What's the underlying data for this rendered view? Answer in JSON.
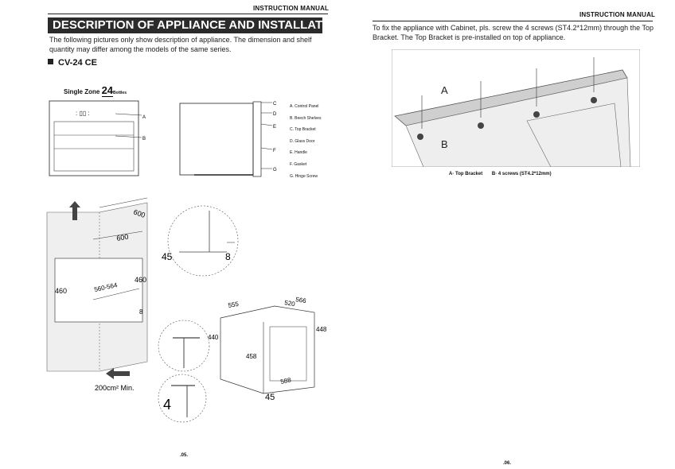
{
  "left_page": {
    "header": "INSTRUCTION MANUAL",
    "banner_title": "DESCRIPTION OF APPLIANCE AND INSTALLATION",
    "intro": "The following pictures only show description of appliance. The dimension and shelf quantity may differ among the models of the same series.",
    "model": "CV-24 CE",
    "zone_label": "Single Zone",
    "zone_number": "24",
    "zone_unit": "Bottles",
    "front_callouts": [
      "A",
      "B"
    ],
    "side_callouts": [
      "C",
      "D",
      "E",
      "F",
      "G"
    ],
    "parts_legend": [
      "A.  Control Panel",
      "B.  Beech Shelves",
      "C.  Top Bracket",
      "D.  Glass Door",
      "E.  Handle",
      "F.  Gasket",
      "G.  Hinge Screw"
    ],
    "cabinet_dims": {
      "top_depth": "600",
      "top_width": "600",
      "side_height": "460",
      "opening_width": "560-564",
      "opening_height": "460",
      "gap": "8",
      "vent": "200cm² Min."
    },
    "detail_dims": {
      "angle": "45",
      "offset": "8"
    },
    "appliance_dims": {
      "width": "555",
      "depth_a": "520",
      "depth_b": "566",
      "height": "448",
      "door_height": "440",
      "front_height": "458",
      "base_width": "588",
      "bottom": "45"
    },
    "bottom_detail": "4",
    "page_number": ".05."
  },
  "right_page": {
    "header": "INSTRUCTION MANUAL",
    "text": "To fix the appliance with Cabinet, pls. screw the 4 screws (ST4.2*12mm) through the Top Bracket. The Top Bracket is pre-installed on top of appliance.",
    "label_a": "A",
    "label_b": "B",
    "caption_a": "A· Top Bracket",
    "caption_b": "B· 4 screws (ST4.2*12mm)",
    "page_number": ".06."
  }
}
